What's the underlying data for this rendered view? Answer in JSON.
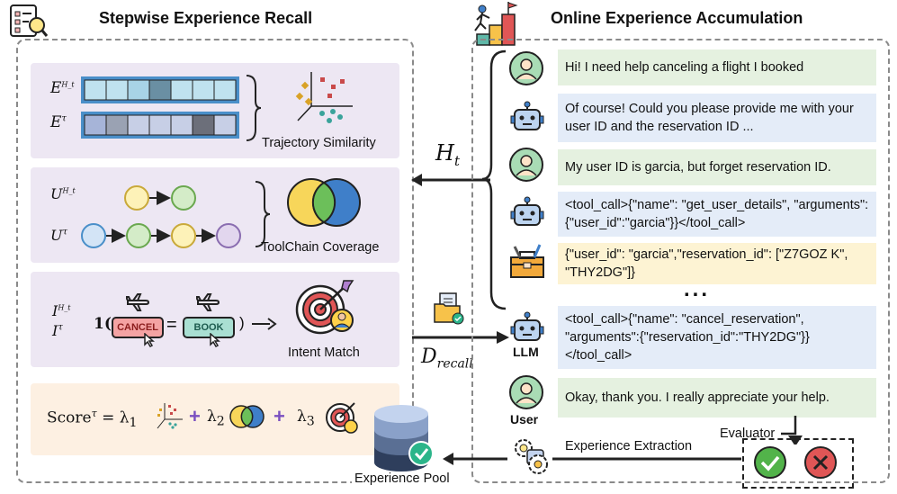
{
  "left": {
    "title": "Stepwise Experience Recall",
    "similarity": {
      "e_h": "E",
      "e_h_sup": "H_t",
      "e_t": "E",
      "e_t_sup": "τ",
      "label": "Trajectory Similarity"
    },
    "coverage": {
      "u_h": "U",
      "u_h_sup": "H_t",
      "u_t": "U",
      "u_t_sup": "τ",
      "label": "ToolChain Coverage"
    },
    "intent": {
      "i_h": "I",
      "i_h_sup": "H_t",
      "i_t": "I",
      "i_t_sup": "τ",
      "indicator": "1(",
      "eq": "=",
      "close": ")",
      "cancel": "CANCEL",
      "book": "BOOK",
      "label": "Intent Match"
    },
    "score": {
      "text": "Score",
      "sup": "τ",
      "eq": "= λ",
      "l1": "1",
      "plus1": "+",
      "lam2": "λ",
      "l2": "2",
      "plus2": "+",
      "lam3": "λ",
      "l3": "3"
    }
  },
  "middle": {
    "ht": "H",
    "ht_sub": "t",
    "drecall": "D",
    "drecall_sub": "recall"
  },
  "pool": {
    "label": "Experience Pool"
  },
  "right": {
    "title": "Online Experience Accumulation",
    "messages": [
      "Hi! I need help canceling a flight I booked",
      "Of course! Could you please provide me with your user ID and the reservation ID ...",
      "My user ID is garcia, but forget reservation ID.",
      "<tool_call>{\"name\": \"get_user_details\", \"arguments\":{\"user_id\":\"garcia\"}}</tool_call>",
      "{\"user_id\": \"garcia\",\"reservation_id\": [\"Z7GOZ K\", \"THY2DG\"]}",
      "<tool_call>{\"name\": \"cancel_reservation\", \"arguments\":{\"reservation_id\":\"THY2DG\"}} </tool_call>",
      "Okay, thank you. I really appreciate your help."
    ],
    "ellipsis": "...",
    "llm_label": "LLM",
    "user_label": "User",
    "evaluator": "Evaluator",
    "extraction": "Experience Extraction"
  },
  "colors": {
    "green": "#e5f1e0",
    "blue": "#e4ecf8",
    "yellow": "#fdf3d3",
    "purple": "#ede7f3",
    "orange": "#fdf0e2"
  }
}
